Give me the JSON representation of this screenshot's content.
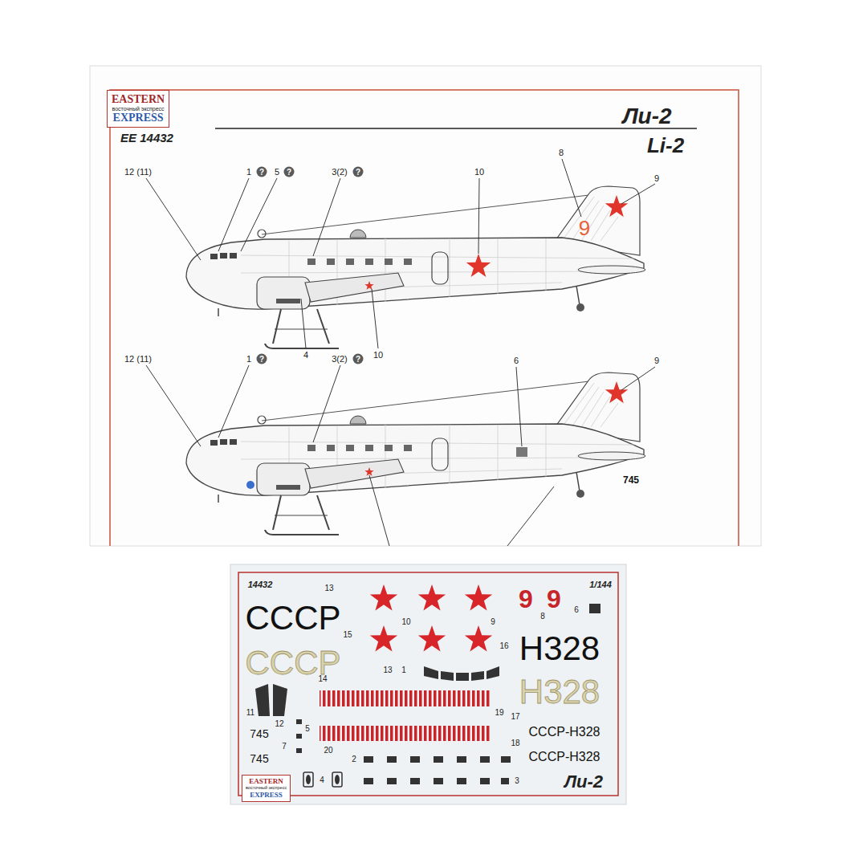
{
  "diagram": {
    "title": "Ли-2",
    "nodes": [
      {
        "text": [
          "EASTERN",
          "восточный экспресс",
          "EXPRESS"
        ]
      },
      {
        "text": [
          "EASTERN",
          "восточный экспресс",
          "EXPRESS"
        ]
      }
    ],
    "labels": [
      "EE 14432",
      "Li-2",
      "12 (11)",
      "1",
      "?",
      "5",
      "?",
      "3(2)",
      "?",
      "10",
      "8",
      "9",
      "9",
      "4",
      "10",
      "12 (11)",
      "1",
      "?",
      "3(2)",
      "?",
      "6",
      "9",
      "745",
      "14432",
      "13",
      "1/144",
      "9",
      "9",
      "8",
      "6",
      "СССР",
      "15",
      "10",
      "9",
      "СССР",
      "14",
      "16",
      "Н328",
      "Н328",
      "13",
      "1",
      "19",
      "17",
      "СССР-Н328",
      "11",
      "12",
      "745",
      "5",
      "7",
      "20",
      "18",
      "СССР-Н328",
      "745",
      "2",
      "4",
      "3",
      "Ли-2"
    ]
  }
}
